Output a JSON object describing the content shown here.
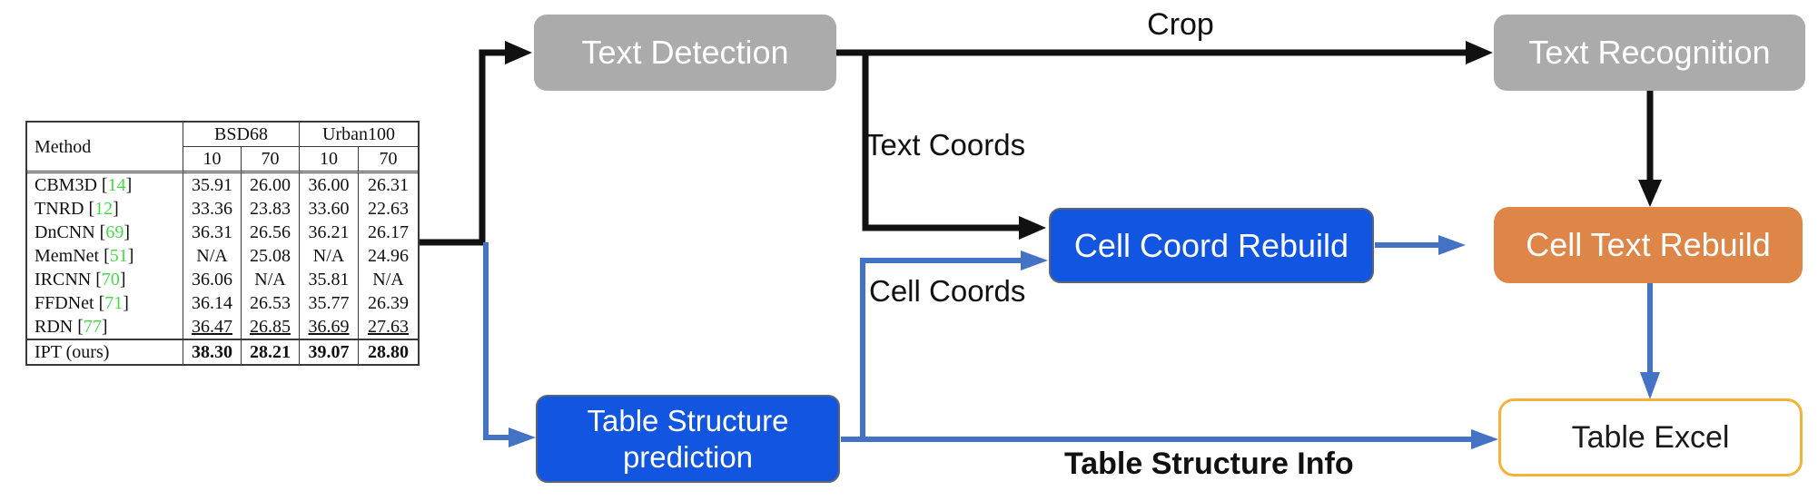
{
  "figure_table": {
    "header": {
      "method": "Method",
      "group1": "BSD68",
      "group2": "Urban100",
      "sub": [
        "10",
        "70",
        "10",
        "70"
      ]
    },
    "bracket_open": "[",
    "bracket_close": "]",
    "rows": [
      {
        "pre": "CBM3D ",
        "cite": "14",
        "vals": [
          "35.91",
          "26.00",
          "36.00",
          "26.31"
        ]
      },
      {
        "pre": "TNRD ",
        "cite": "12",
        "vals": [
          "33.36",
          "23.83",
          "33.60",
          "22.63"
        ]
      },
      {
        "pre": "DnCNN ",
        "cite": "69",
        "vals": [
          "36.31",
          "26.56",
          "36.21",
          "26.17"
        ]
      },
      {
        "pre": "MemNet ",
        "cite": "51",
        "vals": [
          "N/A",
          "25.08",
          "N/A",
          "24.96"
        ]
      },
      {
        "pre": "IRCNN ",
        "cite": "70",
        "vals": [
          "36.06",
          "N/A",
          "35.81",
          "N/A"
        ]
      },
      {
        "pre": "FFDNet ",
        "cite": "71",
        "vals": [
          "36.14",
          "26.53",
          "35.77",
          "26.39"
        ]
      },
      {
        "pre": "RDN ",
        "cite": "77",
        "vals": [
          "36.47",
          "26.85",
          "36.69",
          "27.63"
        ]
      },
      {
        "pre": "IPT (ours)",
        "cite": "",
        "vals": [
          "38.30",
          "28.21",
          "39.07",
          "28.80"
        ]
      }
    ]
  },
  "nodes": {
    "text_detection": "Text Detection",
    "text_recognition": "Text Recognition",
    "cell_coord_rebuild": "Cell Coord Rebuild",
    "cell_text_rebuild": "Cell Text Rebuild",
    "table_structure_prediction": "Table Structure prediction",
    "table_excel": "Table Excel"
  },
  "edge_labels": {
    "crop": "Crop",
    "text_coords": "Text Coords",
    "cell_coords": "Cell Coords",
    "table_structure_info": "Table Structure Info"
  },
  "colors": {
    "node-gray": "#ababab",
    "node-blue": "#1155e0",
    "node-orange": "#de8548",
    "excel-border": "#f2b338",
    "arrow-blue": "#4472c4",
    "arrow-black": "#111111",
    "cite-green": "#46db46"
  }
}
